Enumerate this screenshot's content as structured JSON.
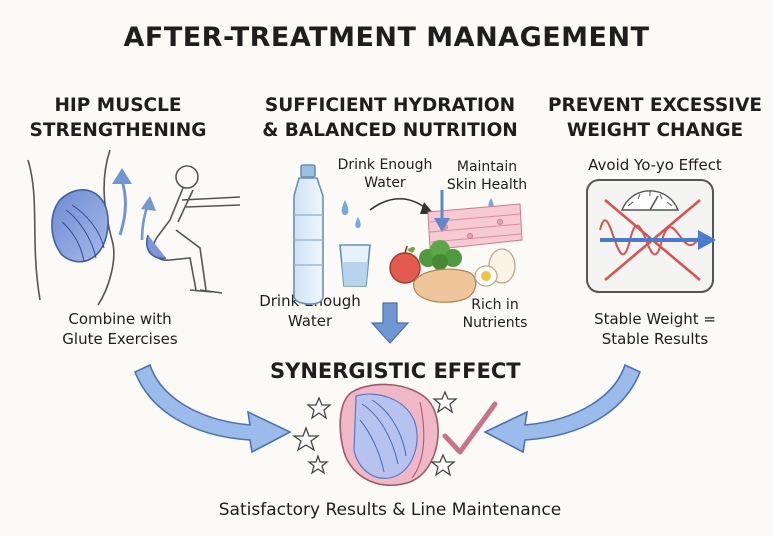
{
  "title": "AFTER-TREATMENT MANAGEMENT",
  "columns": [
    {
      "heading": [
        "HIP MUSCLE",
        "STRENGTHENING"
      ],
      "note": [
        "Combine with",
        "Glute Exercises"
      ]
    },
    {
      "heading": [
        "SUFFICIENT HYDRATION",
        "& BALANCED NUTRITION"
      ],
      "labels": {
        "drink_top": [
          "Drink Enough",
          "Water"
        ],
        "skin": [
          "Maintain",
          "Skin Health"
        ],
        "drink_bottom": [
          "Drink Enough",
          "Water"
        ],
        "nutrients": [
          "Rich in",
          "Nutrients"
        ]
      }
    },
    {
      "heading": [
        "PREVENT EXCESSIVE",
        "WEIGHT CHANGE"
      ],
      "subheading": "Avoid Yo-yo Effect",
      "note": [
        "Stable Weight =",
        "Stable Results"
      ]
    }
  ],
  "synergy": "SYNERGISTIC EFFECT",
  "footer": "Satisfactory Results & Line Maintenance",
  "colors": {
    "arrow_blue": "#6f97d4",
    "muscle_blue": "#5f7fc6",
    "muscle_pink": "#e39ab0",
    "cross_red": "#d9534f",
    "check_pink": "#c9738a"
  }
}
